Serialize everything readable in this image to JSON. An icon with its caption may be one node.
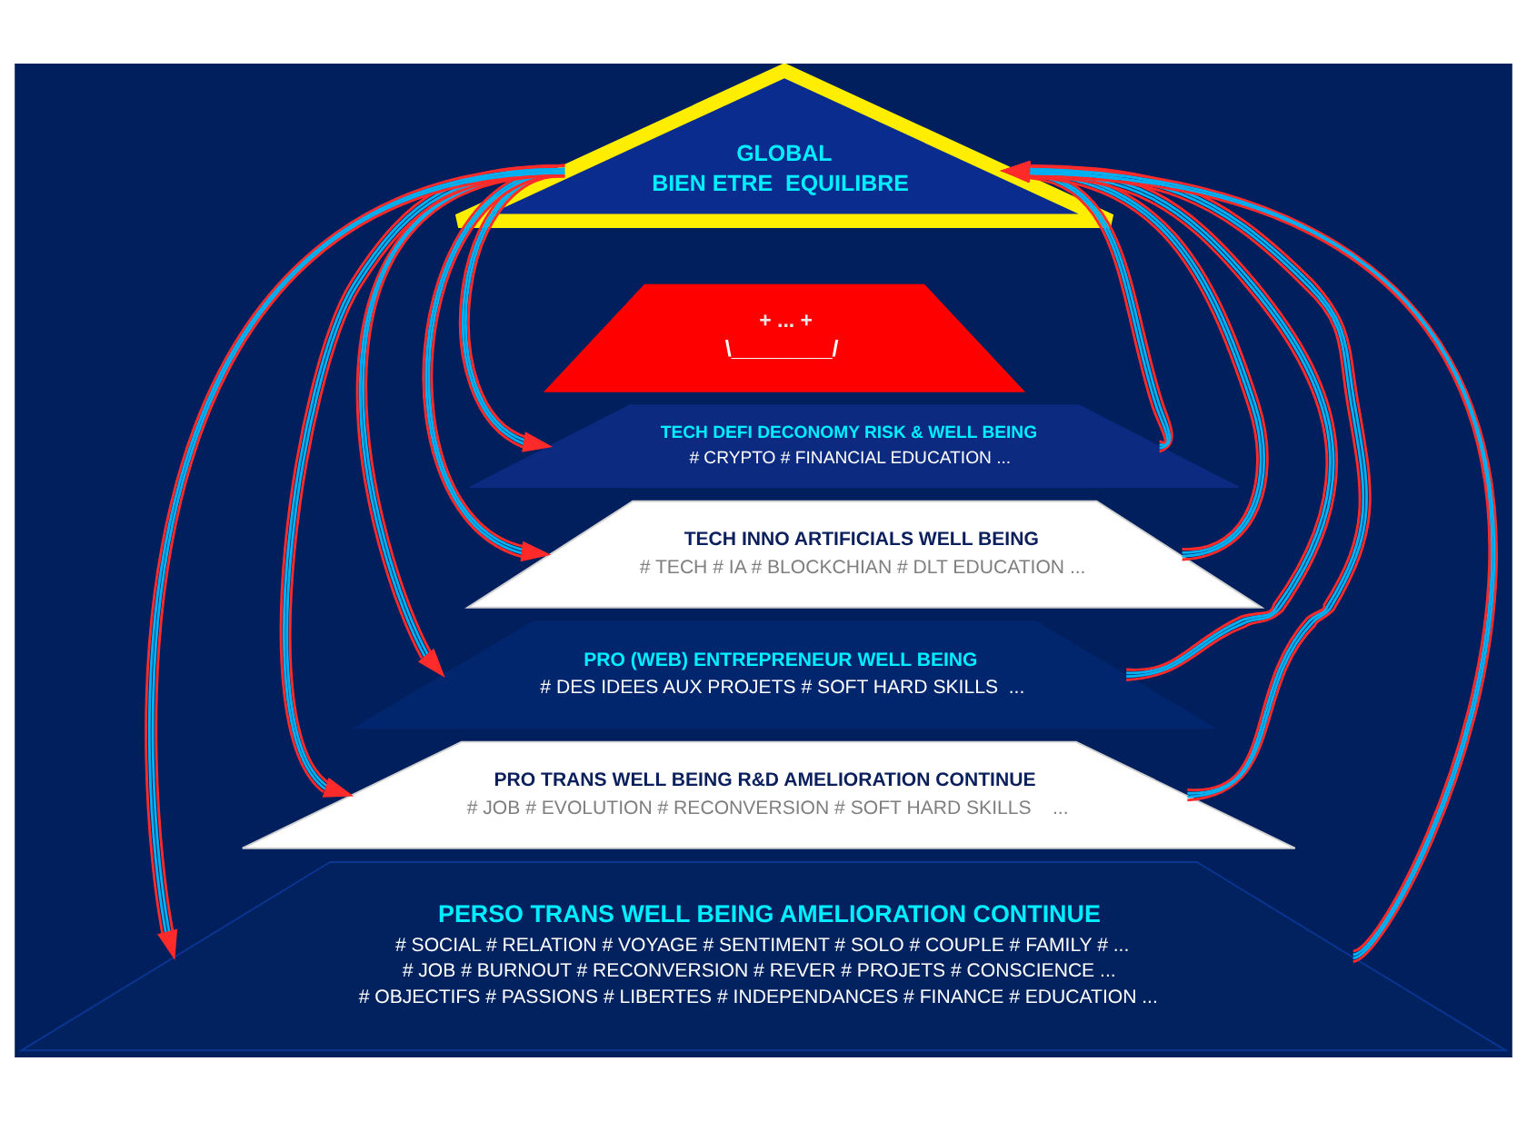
{
  "diagram": {
    "nodes": [
      {
        "text": [
          "GLOBAL",
          "BIEN ETRE  EQUILIBRE"
        ]
      },
      {
        "text": [
          "+ ... +",
          "\\________/"
        ]
      },
      {
        "text": [
          "TECH DEFI DECONOMY RISK & WELL BEING",
          "# CRYPTO # FINANCIAL EDUCATION ..."
        ]
      },
      {
        "text": [
          "TECH INNO ARTIFICIALS WELL BEING",
          "# TECH # IA # BLOCKCHIAN # DLT EDUCATION ..."
        ]
      },
      {
        "text": [
          "PRO (WEB) ENTREPRENEUR WELL BEING",
          "# DES IDEES AUX PROJETS # SOFT HARD SKILLS  ..."
        ]
      },
      {
        "text": [
          "PRO TRANS WELL BEING R&D AMELIORATION CONTINUE",
          "# JOB # EVOLUTION # RECONVERSION # SOFT HARD SKILLS    ..."
        ]
      },
      {
        "text": [
          "PERSO TRANS WELL BEING AMELIORATION CONTINUE",
          "# SOCIAL # RELATION # VOYAGE # SENTIMENT # SOLO # COUPLE # FAMILY # ...",
          "# JOB # BURNOUT # RECONVERSION # REVER # PROJETS # CONSCIENCE ...",
          "# OBJECTIFS # PASSIONS # LIBERTES # INDEPENDANCES # FINANCE # EDUCATION ..."
        ]
      }
    ],
    "edges": [
      {
        "from": 0,
        "to": 2,
        "arrow": "to"
      },
      {
        "from": 0,
        "to": 3,
        "arrow": "to"
      },
      {
        "from": 0,
        "to": 4,
        "arrow": "to"
      },
      {
        "from": 0,
        "to": 5,
        "arrow": "to"
      },
      {
        "from": 0,
        "to": 6,
        "arrow": "to"
      },
      {
        "from": 2,
        "to": 0,
        "arrow": "to"
      },
      {
        "from": 3,
        "to": 0,
        "arrow": "to"
      },
      {
        "from": 4,
        "to": 0,
        "arrow": "to"
      },
      {
        "from": 5,
        "to": 0,
        "arrow": "to"
      },
      {
        "from": 6,
        "to": 0,
        "arrow": "to"
      }
    ]
  }
}
